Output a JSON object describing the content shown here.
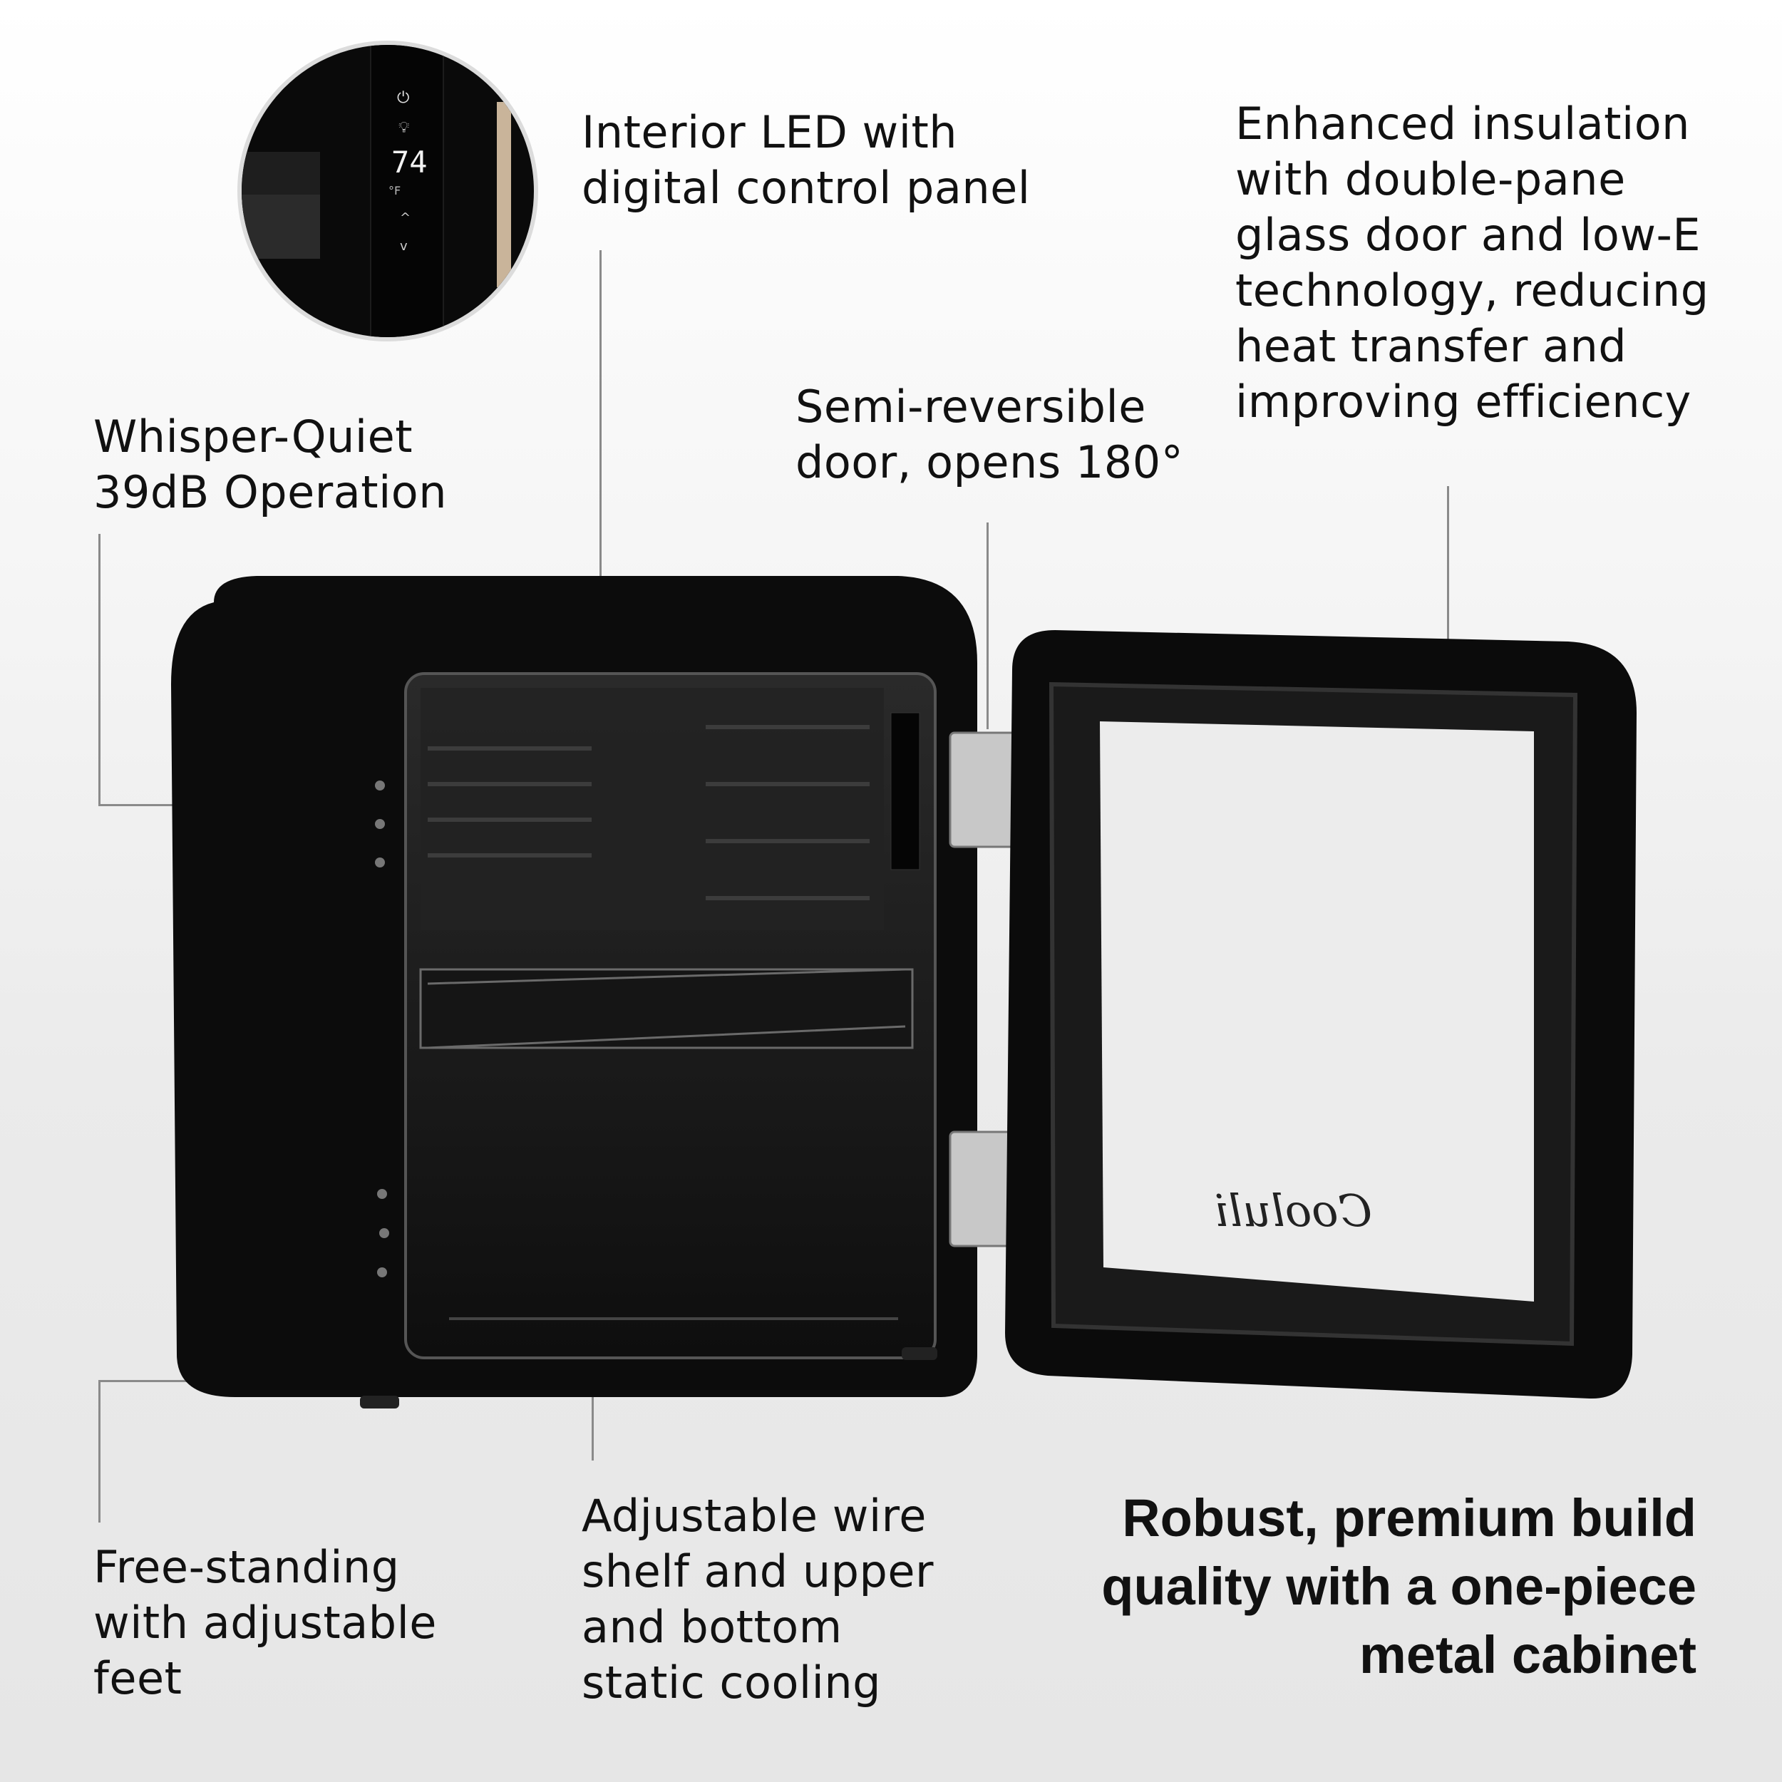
{
  "callouts": {
    "interior_led": "Interior LED with\ndigital control panel",
    "insulation": "Enhanced insulation\nwith double-pane\nglass door and low-E\ntechnology, reducing\nheat transfer and\nimproving efficiency",
    "door": "Semi-reversible\ndoor, opens 180°",
    "quiet": "Whisper-Quiet\n39dB Operation",
    "feet": "Free-standing\nwith adjustable\nfeet",
    "shelf": "Adjustable wire\nshelf and upper\nand bottom\nstatic cooling"
  },
  "headline": "Robust, premium build\nquality with a one-piece\nmetal cabinet",
  "control_panel": {
    "temperature": "74",
    "unit": "°F",
    "icons": [
      "power-icon",
      "light-bulb-icon",
      "chevron-up-icon",
      "chevron-down-icon"
    ]
  },
  "brand_logo": "Cooluli",
  "colors": {
    "cabinet": "#0d0d0d",
    "display": "#e8e8e8",
    "leader_lines": "#8a8a8a"
  }
}
